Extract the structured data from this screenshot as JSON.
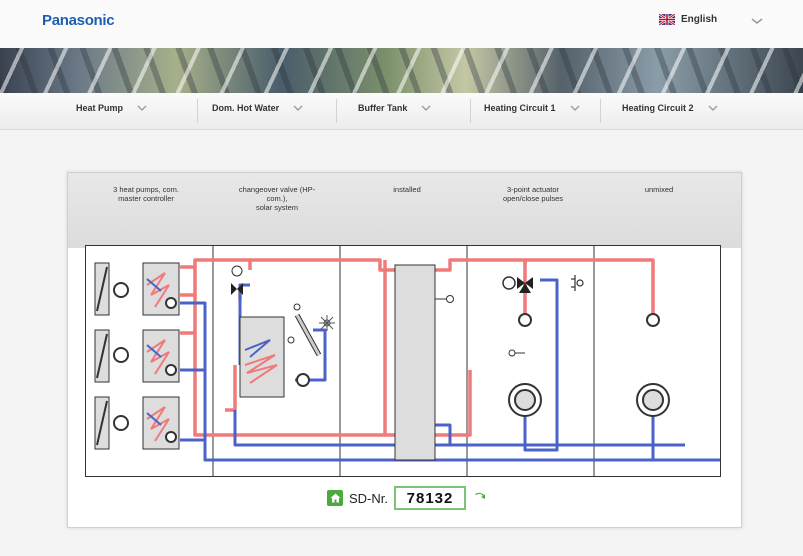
{
  "header": {
    "logo": "Panasonic",
    "language": "English"
  },
  "nav": {
    "items": [
      {
        "label": "Heat Pump"
      },
      {
        "label": "Dom. Hot Water"
      },
      {
        "label": "Buffer Tank"
      },
      {
        "label": "Heating Circuit 1"
      },
      {
        "label": "Heating Circuit 2"
      }
    ]
  },
  "columns": [
    {
      "line1": "3 heat pumps, com.",
      "line2": "master controller",
      "line3": ""
    },
    {
      "line1": "changeover valve (HP-",
      "line2": "com.),",
      "line3": "solar system"
    },
    {
      "line1": "installed",
      "line2": "",
      "line3": ""
    },
    {
      "line1": "3-point actuator",
      "line2": "open/close pulses",
      "line3": ""
    },
    {
      "line1": "unmixed",
      "line2": "",
      "line3": ""
    }
  ],
  "sd": {
    "label": "SD-Nr.",
    "value": "78132"
  },
  "colors": {
    "brand": "#1d5fb0",
    "flow_red": "#f07a7a",
    "return_blue": "#4b63c9",
    "accent_green": "#4aaa3c"
  }
}
